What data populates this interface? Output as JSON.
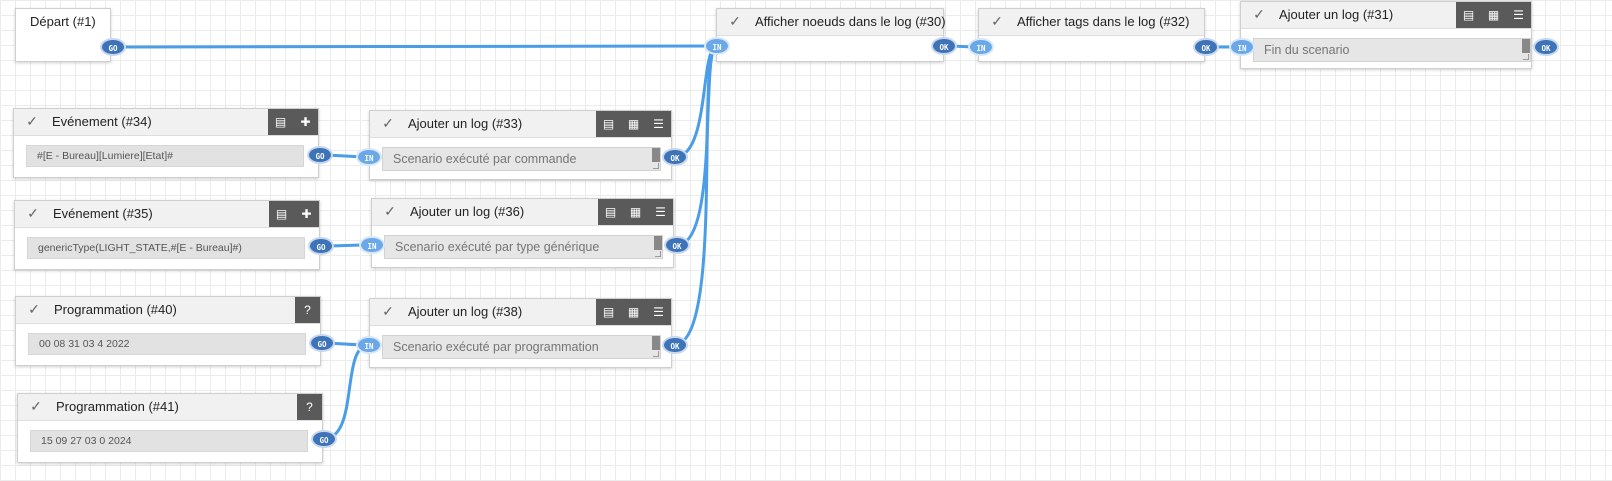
{
  "nodes": {
    "depart": {
      "title": "Départ (#1)",
      "out": "GO"
    },
    "afficher_noeuds": {
      "title": "Afficher noeuds dans le log (#30)",
      "in": "IN",
      "out": "OK"
    },
    "afficher_tags": {
      "title": "Afficher tags dans le log (#32)",
      "in": "IN",
      "out": "OK"
    },
    "log31": {
      "title": "Ajouter un log (#31)",
      "in": "IN",
      "out": "OK",
      "placeholder": "Fin du scenario"
    },
    "event34": {
      "title": "Evénement (#34)",
      "value": "#[E - Bureau][Lumiere][Etat]#",
      "out": "GO"
    },
    "log33": {
      "title": "Ajouter un log (#33)",
      "in": "IN",
      "out": "OK",
      "placeholder": "Scenario exécuté par commande"
    },
    "event35": {
      "title": "Evénement (#35)",
      "value": "genericType(LIGHT_STATE,#[E - Bureau]#)",
      "out": "GO"
    },
    "log36": {
      "title": "Ajouter un log (#36)",
      "in": "IN",
      "out": "OK",
      "placeholder": "Scenario exécuté par type générique"
    },
    "prog40": {
      "title": "Programmation (#40)",
      "value": "00 08 31 03 4 2022",
      "out": "GO"
    },
    "log38": {
      "title": "Ajouter un log (#38)",
      "in": "IN",
      "out": "OK",
      "placeholder": "Scenario exécuté par programmation"
    },
    "prog41": {
      "title": "Programmation (#41)",
      "value": "15 09 27 03 0 2024",
      "out": "GO"
    }
  },
  "icons": {
    "check": "check-icon",
    "list": "list-icon",
    "calculator": "calculator-icon",
    "checklist": "checklist-icon",
    "puzzle": "puzzle-icon",
    "help": "help-icon"
  },
  "colors": {
    "wire": "#4a9de6",
    "port_out": "#3d73b8",
    "port_in": "#6aa8e9",
    "toolbar": "#5a5a5a"
  }
}
